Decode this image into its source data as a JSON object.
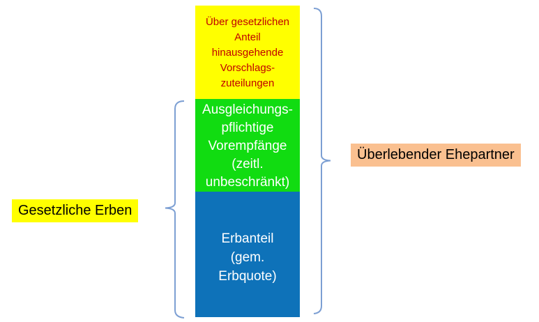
{
  "diagram": {
    "stack": {
      "blocks": [
        {
          "name": "vorschlagszuteilungen",
          "label": "Über gesetzlichen\nAnteil\nhinausgehende\nVorschlags-\nzuteilungen",
          "fill": "#FFFF00",
          "text_color": "#C00000"
        },
        {
          "name": "vorempfaenge",
          "label": "Ausgleichungs-\npflichtige\nVorempfänge\n(zeitl.\nunbeschränkt)",
          "fill": "#11DC11",
          "text_color": "#FFFFFF"
        },
        {
          "name": "erbanteil",
          "label": "Erbanteil\n(gem.\nErbquote)",
          "fill": "#0E72B9",
          "text_color": "#FFFFFF"
        }
      ]
    },
    "left_label": {
      "text": "Gesetzliche Erben",
      "highlight": "#FFFF00",
      "text_color": "#000000"
    },
    "right_label": {
      "text": "Überlebender Ehepartner",
      "highlight": "#FAC090",
      "text_color": "#000000"
    },
    "brace_color": "#7C9FD3"
  }
}
